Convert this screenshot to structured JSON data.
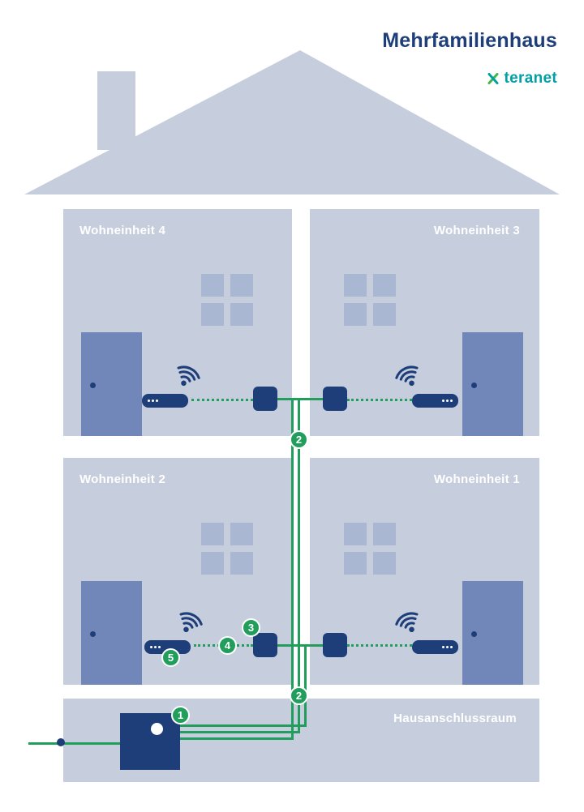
{
  "header": {
    "title": "Mehrfamilienhaus",
    "logo_text": "teranet"
  },
  "units": {
    "unit4": {
      "label": "Wohneinheit 4"
    },
    "unit3": {
      "label": "Wohneinheit 3"
    },
    "unit2": {
      "label": "Wohneinheit 2"
    },
    "unit1": {
      "label": "Wohneinheit 1"
    },
    "basement": {
      "label": "Hausanschlussraum"
    }
  },
  "badges": {
    "b1": "1",
    "b2_upper": "2",
    "b2_lower": "2",
    "b3": "3",
    "b4": "4",
    "b5": "5"
  },
  "colors": {
    "wall": "#c6cede",
    "window_pane": "#a9b7d2",
    "door": "#7187ba",
    "device_navy": "#1d3e78",
    "line_green": "#229e5c",
    "title_navy": "#1d3e78",
    "logo_teal": "#00a0a5",
    "logo_green": "#43b649"
  }
}
